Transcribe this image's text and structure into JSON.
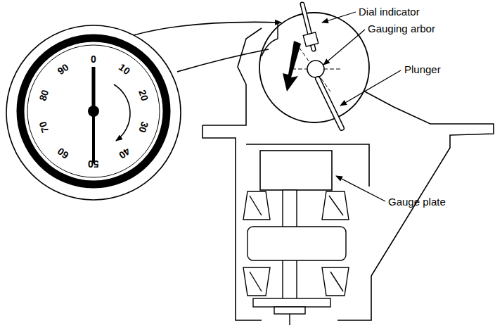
{
  "diagram": {
    "labels": [
      "Dial indicator",
      "Gauging arbor",
      "Plunger",
      "Gauge plate",
      "0",
      "10",
      "20",
      "30",
      "40",
      "50",
      "60",
      "70",
      "80",
      "90"
    ]
  }
}
